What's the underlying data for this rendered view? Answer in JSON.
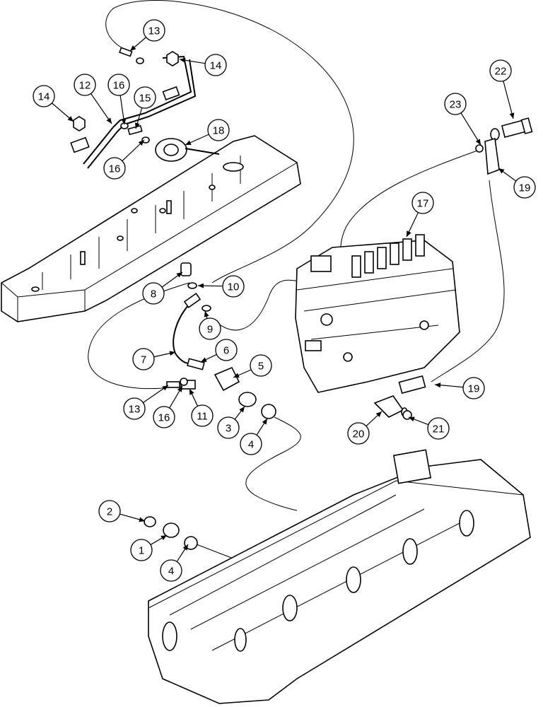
{
  "callouts": [
    {
      "id": "c13a",
      "label": "13"
    },
    {
      "id": "c14a",
      "label": "14"
    },
    {
      "id": "c14b",
      "label": "14"
    },
    {
      "id": "c12",
      "label": "12"
    },
    {
      "id": "c16a",
      "label": "16"
    },
    {
      "id": "c15",
      "label": "15"
    },
    {
      "id": "c18",
      "label": "18"
    },
    {
      "id": "c16b",
      "label": "16"
    },
    {
      "id": "c22",
      "label": "22"
    },
    {
      "id": "c23",
      "label": "23"
    },
    {
      "id": "c19a",
      "label": "19"
    },
    {
      "id": "c17",
      "label": "17"
    },
    {
      "id": "c8",
      "label": "8"
    },
    {
      "id": "c10",
      "label": "10"
    },
    {
      "id": "c9",
      "label": "9"
    },
    {
      "id": "c7",
      "label": "7"
    },
    {
      "id": "c6",
      "label": "6"
    },
    {
      "id": "c5",
      "label": "5"
    },
    {
      "id": "c13b",
      "label": "13"
    },
    {
      "id": "c16c",
      "label": "16"
    },
    {
      "id": "c11",
      "label": "11"
    },
    {
      "id": "c3",
      "label": "3"
    },
    {
      "id": "c4a",
      "label": "4"
    },
    {
      "id": "c19b",
      "label": "19"
    },
    {
      "id": "c20",
      "label": "20"
    },
    {
      "id": "c21",
      "label": "21"
    },
    {
      "id": "c2",
      "label": "2"
    },
    {
      "id": "c1",
      "label": "1"
    },
    {
      "id": "c4b",
      "label": "4"
    }
  ]
}
